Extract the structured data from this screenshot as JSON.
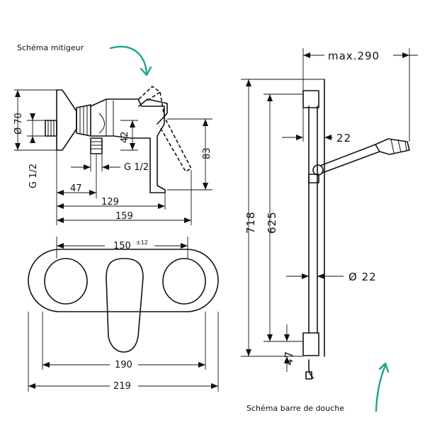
{
  "captions": {
    "mixer": "Schéma mitigeur",
    "shower_bar": "Schéma barre de douche"
  },
  "mixer_dims": {
    "diameter": "Ø 70",
    "thread_left": "G 1/2",
    "thread_mid": "G 1/2",
    "h42": "42",
    "h83": "83",
    "w47": "47",
    "w129": "129",
    "w159": "159"
  },
  "top_view_dims": {
    "w150": "150",
    "tol": "±12",
    "w190": "190",
    "w219": "219"
  },
  "bar_dims": {
    "max": "max.290",
    "w22": "22",
    "h718": "718",
    "h625": "625",
    "dia22": "Ø 22",
    "h47": "47"
  },
  "colors": {
    "line": "#111111",
    "accent": "#1aa58d"
  }
}
